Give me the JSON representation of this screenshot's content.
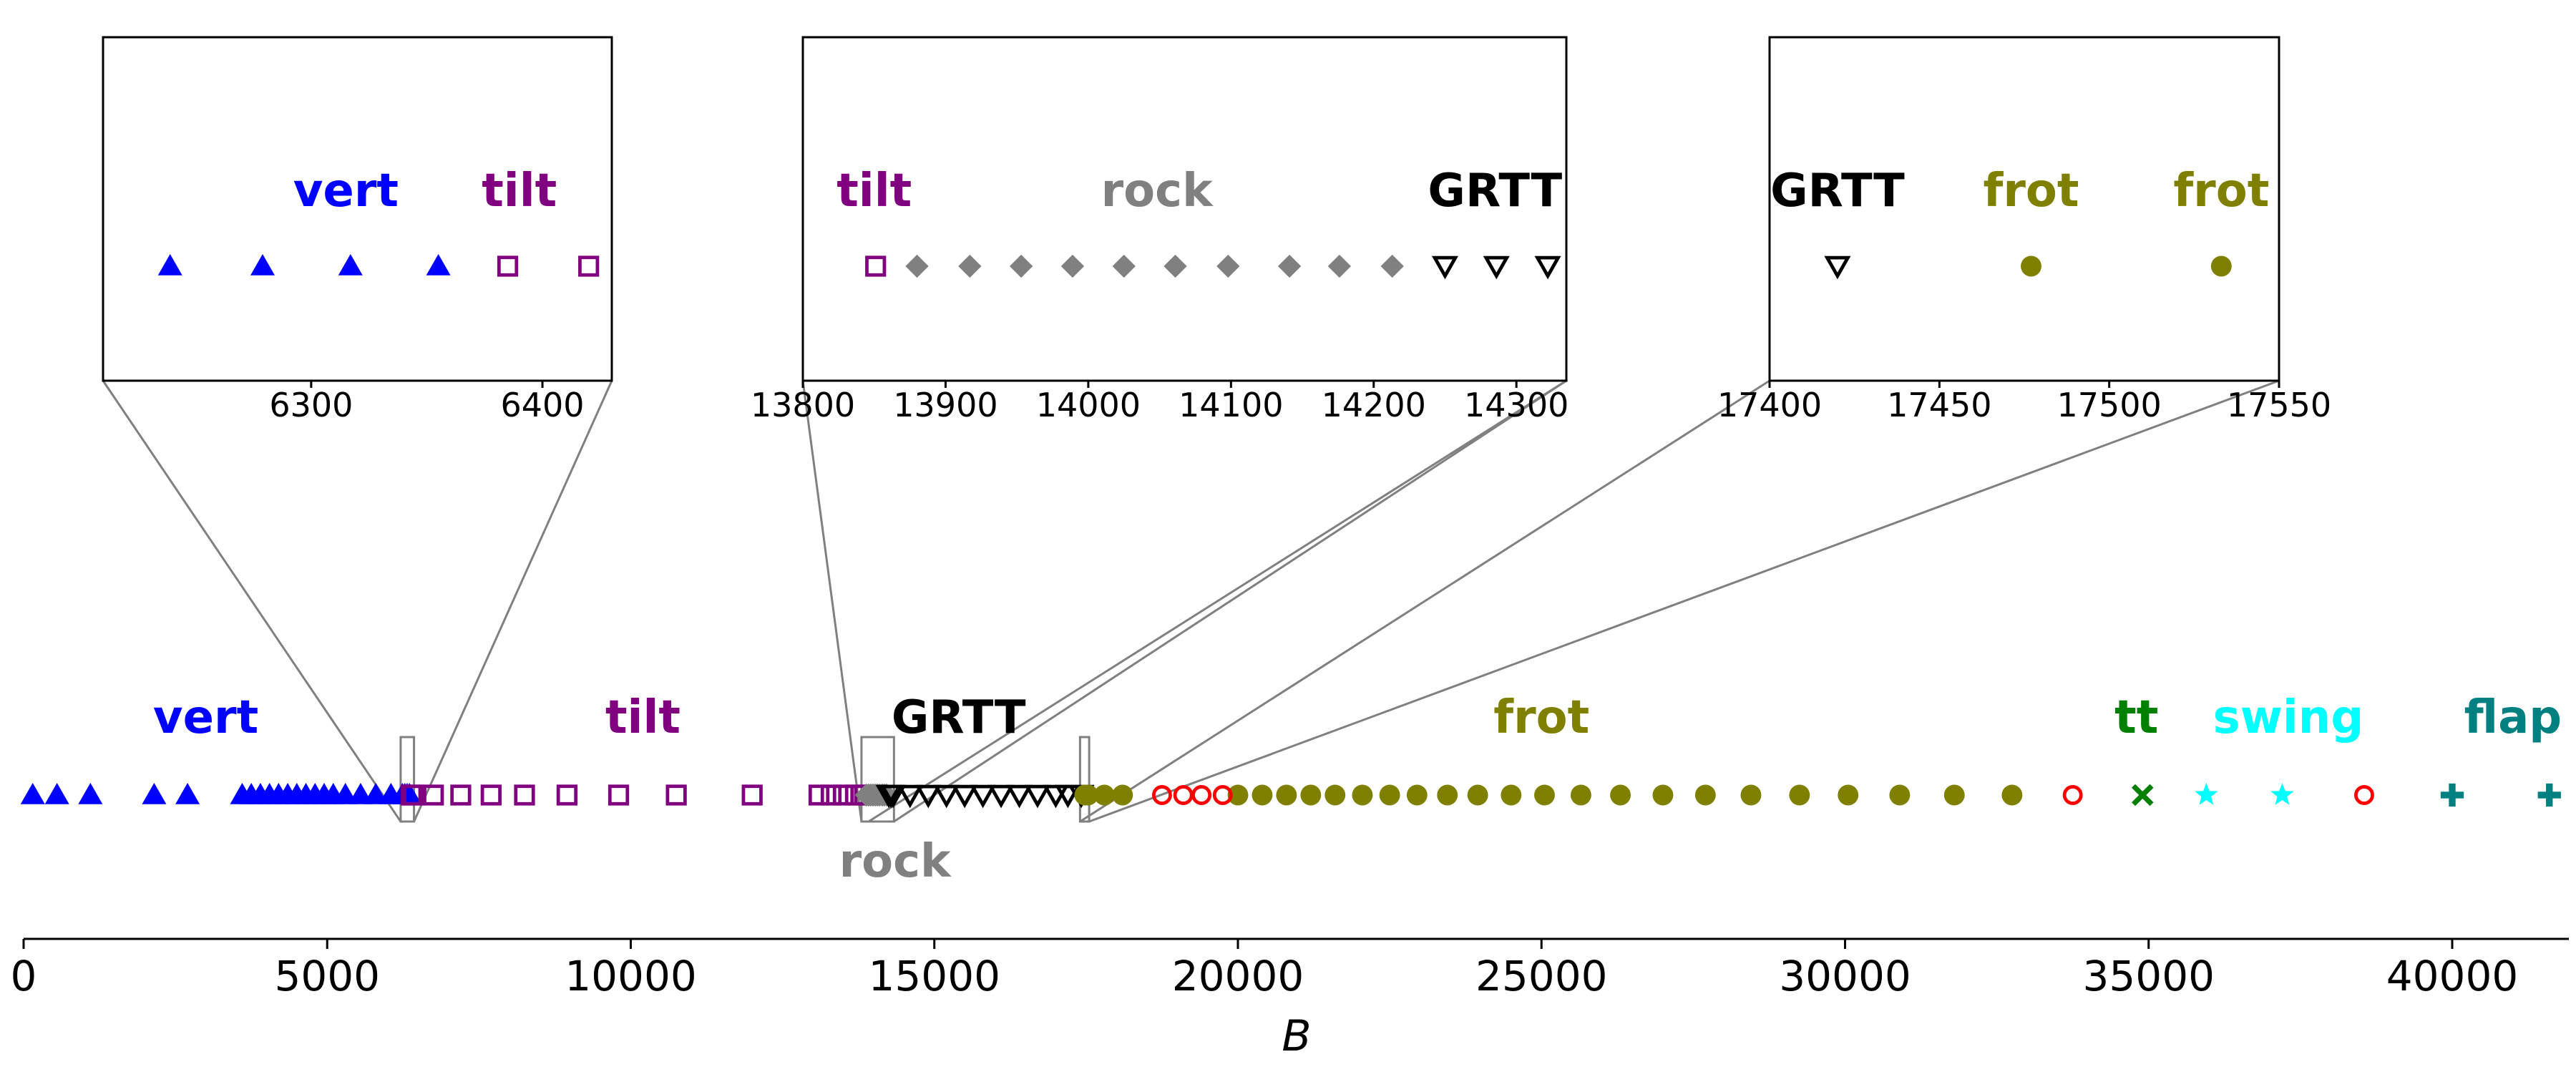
{
  "chart_data": [
    {
      "type": "scatter",
      "panel": "main",
      "xlabel": "B",
      "ylabel": "",
      "xlim": [
        0,
        42000
      ],
      "xticks": [
        0,
        5000,
        10000,
        15000,
        20000,
        25000,
        30000,
        35000,
        40000
      ],
      "grid": false,
      "series": [
        {
          "key": "vert",
          "color": "#0000ff",
          "marker": "triangle-up",
          "filled": true,
          "x": [
            150,
            550,
            1100,
            2150,
            2700,
            3600,
            3750,
            3900,
            4050,
            4200,
            4350,
            4500,
            4650,
            4800,
            4950,
            5100,
            5300,
            5550,
            5800,
            6050,
            6239,
            6279,
            6317,
            6355
          ]
        },
        {
          "key": "tilt",
          "color": "#800080",
          "marker": "square",
          "filled": false,
          "x": [
            6385,
            6420,
            6750,
            7200,
            7700,
            8250,
            8950,
            9800,
            10750,
            12000,
            13100,
            13300,
            13500,
            13700,
            13851
          ]
        },
        {
          "key": "rock",
          "color": "#808080",
          "marker": "diamond",
          "filled": true,
          "x": [
            13880,
            13917,
            13953,
            13989,
            14025,
            14061,
            14098,
            14141,
            14176,
            14213
          ]
        },
        {
          "key": "grtt",
          "color": "#000000",
          "marker": "triangle-down",
          "filled": false,
          "x": [
            14250,
            14286,
            14322,
            14600,
            14900,
            15200,
            15500,
            15800,
            16100,
            16400,
            16700,
            17000,
            17200,
            17420
          ]
        },
        {
          "key": "frot",
          "color": "#808000",
          "marker": "circle",
          "filled": true,
          "x": [
            17477,
            17533,
            17800,
            18100,
            20000,
            20400,
            20800,
            21200,
            21600,
            22050,
            22500,
            22950,
            23450,
            23950,
            24500,
            25050,
            25650,
            26300,
            27000,
            27700,
            28450,
            29250,
            30050,
            30900,
            31800,
            32750
          ]
        },
        {
          "key": "red",
          "color": "#ff0000",
          "marker": "circle",
          "filled": false,
          "x": [
            18750,
            19100,
            19400,
            19750,
            33750,
            38550
          ]
        },
        {
          "key": "tt",
          "color": "#008000",
          "marker": "x",
          "filled": true,
          "x": [
            34900
          ]
        },
        {
          "key": "swing",
          "color": "#00ffff",
          "marker": "star",
          "filled": true,
          "x": [
            35950,
            37200
          ]
        },
        {
          "key": "flap",
          "color": "#008080",
          "marker": "plus",
          "filled": true,
          "x": [
            40000,
            41600
          ]
        }
      ],
      "annotations": [
        {
          "text": "vert",
          "x": 3000,
          "pos": "above",
          "color": "#0000ff"
        },
        {
          "text": "tilt",
          "x": 10200,
          "pos": "above",
          "color": "#800080"
        },
        {
          "text": "rock",
          "x": 14350,
          "pos": "below",
          "color": "#808080"
        },
        {
          "text": "GRTT",
          "x": 15400,
          "pos": "above",
          "color": "#000000"
        },
        {
          "text": "frot",
          "x": 25000,
          "pos": "above",
          "color": "#808000"
        },
        {
          "text": "tt",
          "x": 34800,
          "pos": "above",
          "color": "#008000"
        },
        {
          "text": "swing",
          "x": 37300,
          "pos": "above",
          "color": "#00ffff"
        },
        {
          "text": "flap",
          "x": 41000,
          "pos": "above",
          "color": "#008080"
        }
      ]
    },
    {
      "type": "scatter",
      "panel": "inset-1",
      "xlim": [
        6210,
        6430
      ],
      "xticks": [
        6300,
        6400
      ],
      "points": [
        {
          "x": 6239,
          "key": "vert"
        },
        {
          "x": 6279,
          "key": "vert"
        },
        {
          "x": 6317,
          "key": "vert"
        },
        {
          "x": 6355,
          "key": "vert"
        },
        {
          "x": 6385,
          "key": "tilt"
        },
        {
          "x": 6420,
          "key": "tilt"
        }
      ],
      "annotations": [
        {
          "text": "vert",
          "x": 6315,
          "color": "#0000ff"
        },
        {
          "text": "tilt",
          "x": 6390,
          "color": "#800080"
        }
      ]
    },
    {
      "type": "scatter",
      "panel": "inset-2",
      "xlim": [
        13800,
        14335
      ],
      "xticks": [
        13800,
        13900,
        14000,
        14100,
        14200,
        14300
      ],
      "points": [
        {
          "x": 13851,
          "key": "tilt"
        },
        {
          "x": 13880,
          "key": "rock"
        },
        {
          "x": 13917,
          "key": "rock"
        },
        {
          "x": 13953,
          "key": "rock"
        },
        {
          "x": 13989,
          "key": "rock"
        },
        {
          "x": 14025,
          "key": "rock"
        },
        {
          "x": 14061,
          "key": "rock"
        },
        {
          "x": 14098,
          "key": "rock"
        },
        {
          "x": 14141,
          "key": "rock"
        },
        {
          "x": 14176,
          "key": "rock"
        },
        {
          "x": 14213,
          "key": "rock"
        },
        {
          "x": 14250,
          "key": "grtt"
        },
        {
          "x": 14286,
          "key": "grtt"
        },
        {
          "x": 14322,
          "key": "grtt"
        }
      ],
      "annotations": [
        {
          "text": "tilt",
          "x": 13850,
          "color": "#800080"
        },
        {
          "text": "rock",
          "x": 14048,
          "color": "#808080"
        },
        {
          "text": "GRTT",
          "x": 14285,
          "color": "#000000"
        }
      ]
    },
    {
      "type": "scatter",
      "panel": "inset-3",
      "xlim": [
        17400,
        17550
      ],
      "xticks": [
        17400,
        17450,
        17500,
        17550
      ],
      "points": [
        {
          "x": 17420,
          "key": "grtt"
        },
        {
          "x": 17477,
          "key": "frot"
        },
        {
          "x": 17533,
          "key": "frot"
        }
      ],
      "annotations": [
        {
          "text": "GRTT",
          "x": 17420,
          "color": "#000000"
        },
        {
          "text": "frot",
          "x": 17477,
          "color": "#808000"
        },
        {
          "text": "frot",
          "x": 17533,
          "color": "#808000"
        }
      ]
    }
  ]
}
